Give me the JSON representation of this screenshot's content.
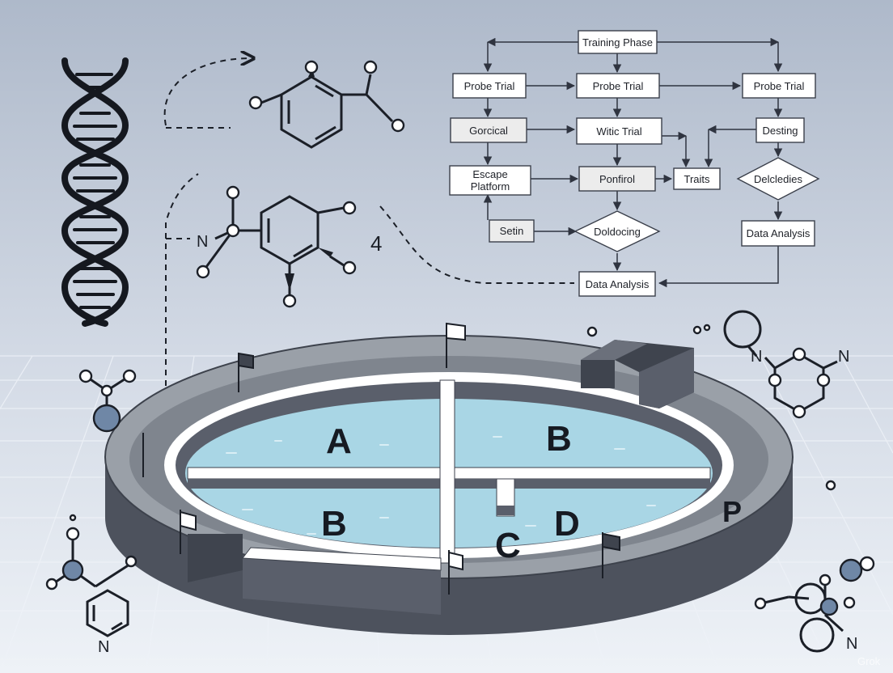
{
  "flowchart": {
    "training_phase": "Training Phase",
    "probe_trial_left": "Probe Trial",
    "probe_trial_center": "Probe Trial",
    "probe_trial_right": "Probe Trial",
    "gorcical": "Gorcical",
    "witic_trial": "Witic Trial",
    "desting": "Desting",
    "escape_platform_line1": "Escape",
    "escape_platform_line2": "Platform",
    "ponfirol": "Ponfirol",
    "traits": "Traits",
    "delcledies": "Delcledies",
    "setin": "Setin",
    "doldocing": "Doldocing",
    "data_analysis_right": "Data Analysis",
    "data_analysis_bottom": "Data Analysis"
  },
  "maze": {
    "quadrant_a": "A",
    "quadrant_b_top": "B",
    "quadrant_b_bottom": "B",
    "quadrant_c": "C",
    "quadrant_d": "D",
    "side_label": "P"
  },
  "annotations": {
    "number_4": "4"
  },
  "molecules": {
    "left_n": "N",
    "right_n_top": "N",
    "right_n_mid": "N",
    "bottom_left_n": "N",
    "bottom_right_n": "N"
  },
  "watermark": "Grok",
  "colors": {
    "water": "#a9d6e5",
    "pool_rim": "#8e939b",
    "pool_wall": "#5a5f6b",
    "grid": "#e7ecf3",
    "accent_blue": "#6f87a6"
  }
}
